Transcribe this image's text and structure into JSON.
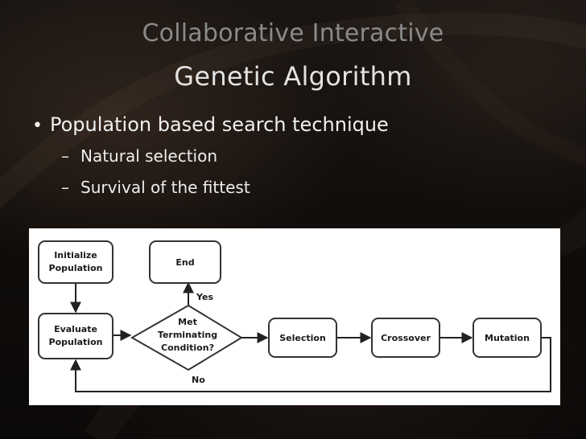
{
  "slide": {
    "title_line1": "Collaborative Interactive",
    "title_line2": "Genetic Algorithm",
    "bullet": "Population based search technique",
    "bullet_marker": "•",
    "sub_marker": "–",
    "sub_items": [
      "Natural selection",
      "Survival of the fittest"
    ]
  },
  "diagram": {
    "nodes": {
      "initialize": [
        "Initialize",
        "Population"
      ],
      "end": [
        "End"
      ],
      "evaluate": [
        "Evaluate",
        "Population"
      ],
      "decision": [
        "Met",
        "Terminating",
        "Condition?"
      ],
      "selection": [
        "Selection"
      ],
      "crossover": [
        "Crossover"
      ],
      "mutation": [
        "Mutation"
      ]
    },
    "edge_labels": {
      "yes": "Yes",
      "no": "No"
    }
  }
}
